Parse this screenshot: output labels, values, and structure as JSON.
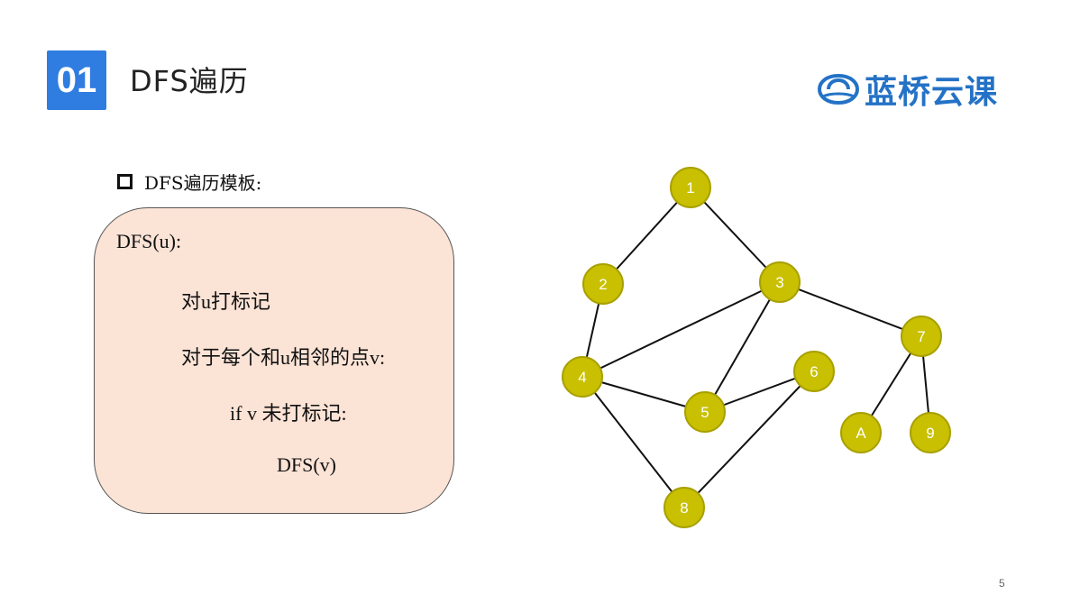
{
  "header": {
    "section_number": "01",
    "title": "DFS遍历",
    "brand_name": "蓝桥云课"
  },
  "content": {
    "section_heading": "DFS遍历模板:",
    "code_lines": [
      "DFS(u):",
      "对u打标记",
      "对于每个和u相邻的点v:",
      "if v 未打标记:",
      "DFS(v)"
    ]
  },
  "graph": {
    "node_color": "#c8c000",
    "node_border": "#a8a000",
    "edge_color": "#111111",
    "nodes": [
      "1",
      "2",
      "3",
      "4",
      "5",
      "6",
      "7",
      "8",
      "A",
      "9"
    ],
    "edges": [
      [
        "1",
        "2"
      ],
      [
        "1",
        "3"
      ],
      [
        "2",
        "4"
      ],
      [
        "3",
        "4"
      ],
      [
        "3",
        "5"
      ],
      [
        "3",
        "7"
      ],
      [
        "4",
        "5"
      ],
      [
        "4",
        "8"
      ],
      [
        "5",
        "6"
      ],
      [
        "6",
        "8"
      ],
      [
        "7",
        "A"
      ],
      [
        "7",
        "9"
      ]
    ]
  },
  "footer": {
    "page_number": "5"
  },
  "colors": {
    "accent": "#2f7de1",
    "brand": "#2472c6",
    "code_box_bg": "#fbe3d6"
  }
}
